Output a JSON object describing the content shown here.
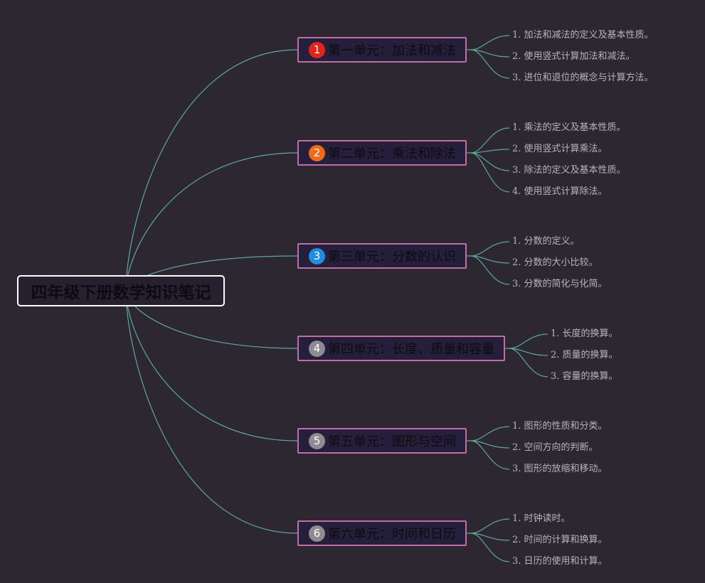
{
  "root": {
    "label": "四年级下册数学知识笔记"
  },
  "colors": {
    "background": "#2c2730",
    "connector": "#5fa7a3",
    "unit_border": "#c06fa4"
  },
  "units": [
    {
      "number": "1",
      "badge_color": "#e0261b",
      "label": "第一单元：加法和减法",
      "items": [
        "1. 加法和减法的定义及基本性质。",
        "2. 使用竖式计算加法和减法。",
        "3. 进位和退位的概念与计算方法。"
      ]
    },
    {
      "number": "2",
      "badge_color": "#f06b18",
      "label": "第二单元：乘法和除法",
      "items": [
        "1. 乘法的定义及基本性质。",
        "2. 使用竖式计算乘法。",
        "3. 除法的定义及基本性质。",
        "4. 使用竖式计算除法。"
      ]
    },
    {
      "number": "3",
      "badge_color": "#1e8fe0",
      "label": "第三单元：分数的认识",
      "items": [
        "1. 分数的定义。",
        "2. 分数的大小比较。",
        "3. 分数的简化与化简。"
      ]
    },
    {
      "number": "4",
      "badge_color": "#8e8b93",
      "label": "第四单元：长度、质量和容量",
      "items": [
        "1. 长度的换算。",
        "2. 质量的换算。",
        "3. 容量的换算。"
      ]
    },
    {
      "number": "5",
      "badge_color": "#8e8b93",
      "label": "第五单元：图形与空间",
      "items": [
        "1. 图形的性质和分类。",
        "2. 空间方向的判断。",
        "3. 图形的放缩和移动。"
      ]
    },
    {
      "number": "6",
      "badge_color": "#8e8b93",
      "label": "第六单元：时间和日历",
      "items": [
        "1. 时钟读时。",
        "2. 时间的计算和换算。",
        "3. 日历的使用和计算。"
      ]
    }
  ]
}
